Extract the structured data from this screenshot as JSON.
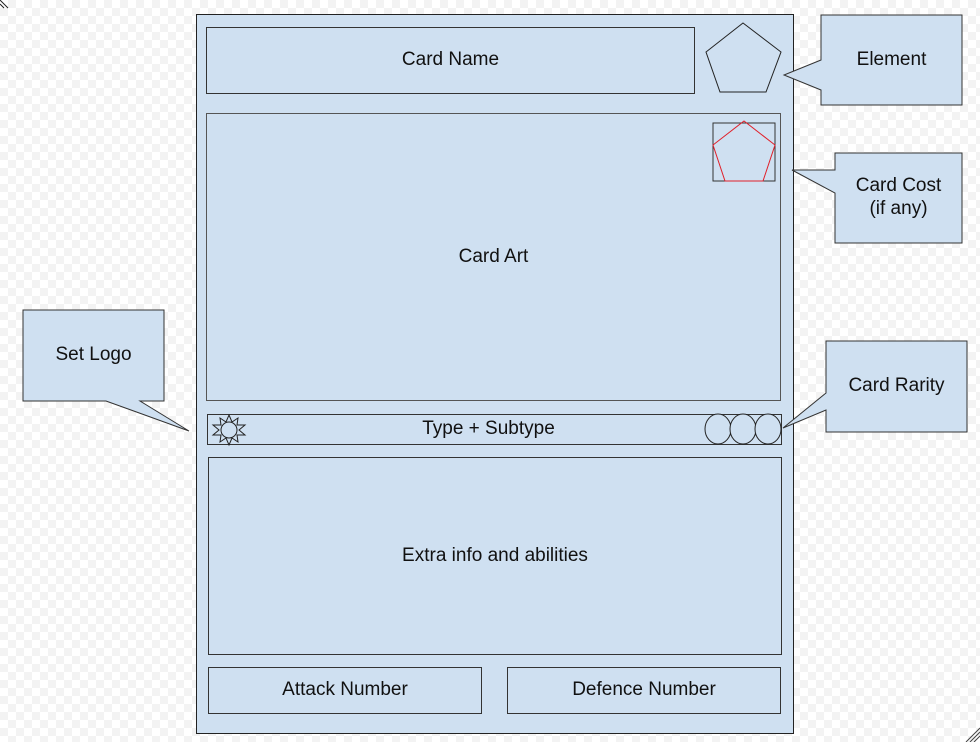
{
  "card": {
    "name": "Card Name",
    "art": "Card Art",
    "type_line": "Type + Subtype",
    "abilities": "Extra info and abilities",
    "attack": "Attack Number",
    "defence": "Defence Number"
  },
  "callouts": {
    "element": "Element",
    "card_cost": "Card Cost\n(if any)",
    "set_logo": "Set Logo",
    "card_rarity": "Card Rarity"
  },
  "colors": {
    "fill": "#cfe0f1",
    "stroke": "#333333",
    "cost_pentagon": "#e0202a"
  },
  "icons": {
    "element": "pentagon-icon",
    "card_cost": "pentagon-icon",
    "set_logo": "sun-icon",
    "card_rarity": "circle-icon"
  }
}
